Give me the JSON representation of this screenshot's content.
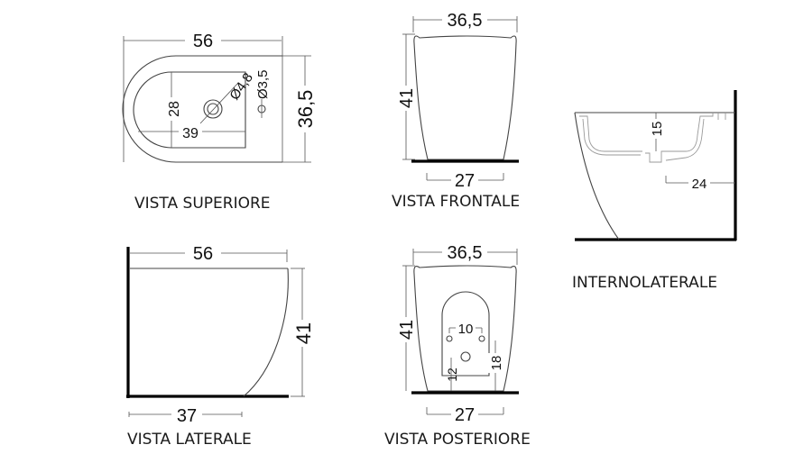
{
  "views": {
    "superiore": {
      "caption": "VISTA SUPERIORE",
      "dims": {
        "length": "56",
        "width": "36,5",
        "bowl_depth": "28",
        "bowl_length": "39",
        "tap_hole": "Ø4,8",
        "drain_hole": "Ø3,5"
      }
    },
    "frontale": {
      "caption": "VISTA FRONTALE",
      "dims": {
        "top_width": "36,5",
        "height": "41",
        "base_width": "27"
      }
    },
    "interno_laterale": {
      "caption": "INTERNOLATERALE",
      "dims": {
        "bowl_depth": "15",
        "drain_to_wall": "24"
      }
    },
    "laterale": {
      "caption": "VISTA LATERALE",
      "dims": {
        "length": "56",
        "height": "41",
        "base_length": "37"
      }
    },
    "posteriore": {
      "caption": "VISTA POSTERIORE",
      "dims": {
        "top_width": "36,5",
        "height": "41",
        "base_width": "27",
        "fixing_spacing": "10",
        "drain_height": "12",
        "fixing_height": "18"
      }
    }
  },
  "colors": {
    "line": "#333333",
    "heavy": "#000000",
    "background": "#ffffff"
  }
}
